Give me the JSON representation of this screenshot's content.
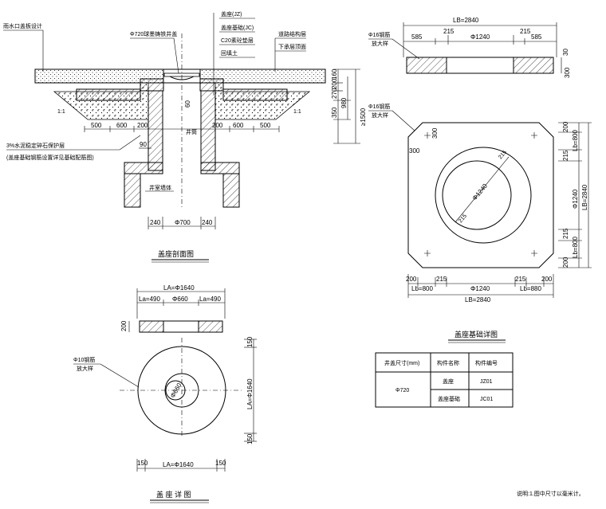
{
  "section": {
    "title": "盖座剖面图",
    "road_label": "雨水口盖板设计",
    "cover_label": "Φ720球墨铸铁井盖",
    "layers": [
      "盖座(JZ)",
      "盖座基础(JC)",
      "C20素砼垫层",
      "回填土"
    ],
    "right_labels": [
      "道路结构层",
      "下承层顶面"
    ],
    "left_note_1": "3%水泥稳定碎石保护层",
    "left_note_2": "(盖座基础钢筋设置详见基础配筋图)",
    "shaft_label": "井筒",
    "wall_label": "井室墙体",
    "slope": "1:1",
    "dims_bottom": [
      "240",
      "Φ700",
      "240"
    ],
    "dims_left": [
      "500",
      "600",
      "200"
    ],
    "dims_right": [
      "200",
      "600",
      "500"
    ],
    "dim_90": "90",
    "dim_60": "60",
    "dims_vertical": [
      "160",
      "200",
      "270",
      "350",
      "980",
      "≥1500"
    ]
  },
  "base_plan": {
    "title": "盖座基础详图",
    "dim_total": "LB=2840",
    "dims_top": [
      "585",
      "215",
      "Φ1240",
      "215",
      "585"
    ],
    "dim_30": "30",
    "dim_300": "300",
    "rebar_label_1": "Φ16钢筋",
    "rebar_label_2": "放大样",
    "rebar_label_3": "Φ16钢筋",
    "rebar_label_4": "放大样",
    "dim_corner_1": "300",
    "dim_corner_2": "300",
    "circle_label": "Φ1240",
    "dims_right_side": [
      "200",
      "Lb=800",
      "215",
      "Φ1240",
      "LB=2840",
      "215",
      "Lb=800",
      "200"
    ],
    "dims_bottom": [
      "200",
      "Lb=800",
      "215",
      "Φ1240",
      "215",
      "Lb=880",
      "200"
    ],
    "dim_bottom_total": "LB=2840",
    "inner_215_a": "215",
    "inner_215_b": "215"
  },
  "seat_plan": {
    "title": "盖 座 详 图",
    "dim_total": "LA=Φ1640",
    "dims_top": [
      "La=490",
      "Φ660",
      "La=490"
    ],
    "dim_200": "200",
    "rebar_label_1": "Φ10钢筋",
    "rebar_label_2": "放大样",
    "inner_label": "Φ660",
    "dim_150_top": "150",
    "dim_vertical": "LA=Φ1640",
    "dim_150_bottom": "150",
    "dims_bottom": [
      "150",
      "LA=Φ1640",
      "150"
    ]
  },
  "table": {
    "headers": [
      "井盖尺寸(mm)",
      "构件名称",
      "构件编号"
    ],
    "size": "Φ720",
    "rows": [
      {
        "name": "盖座",
        "code": "JZ01"
      },
      {
        "name": "盖座基础",
        "code": "JC01"
      }
    ]
  },
  "note": "说明:1.图中尺寸以毫米计。"
}
